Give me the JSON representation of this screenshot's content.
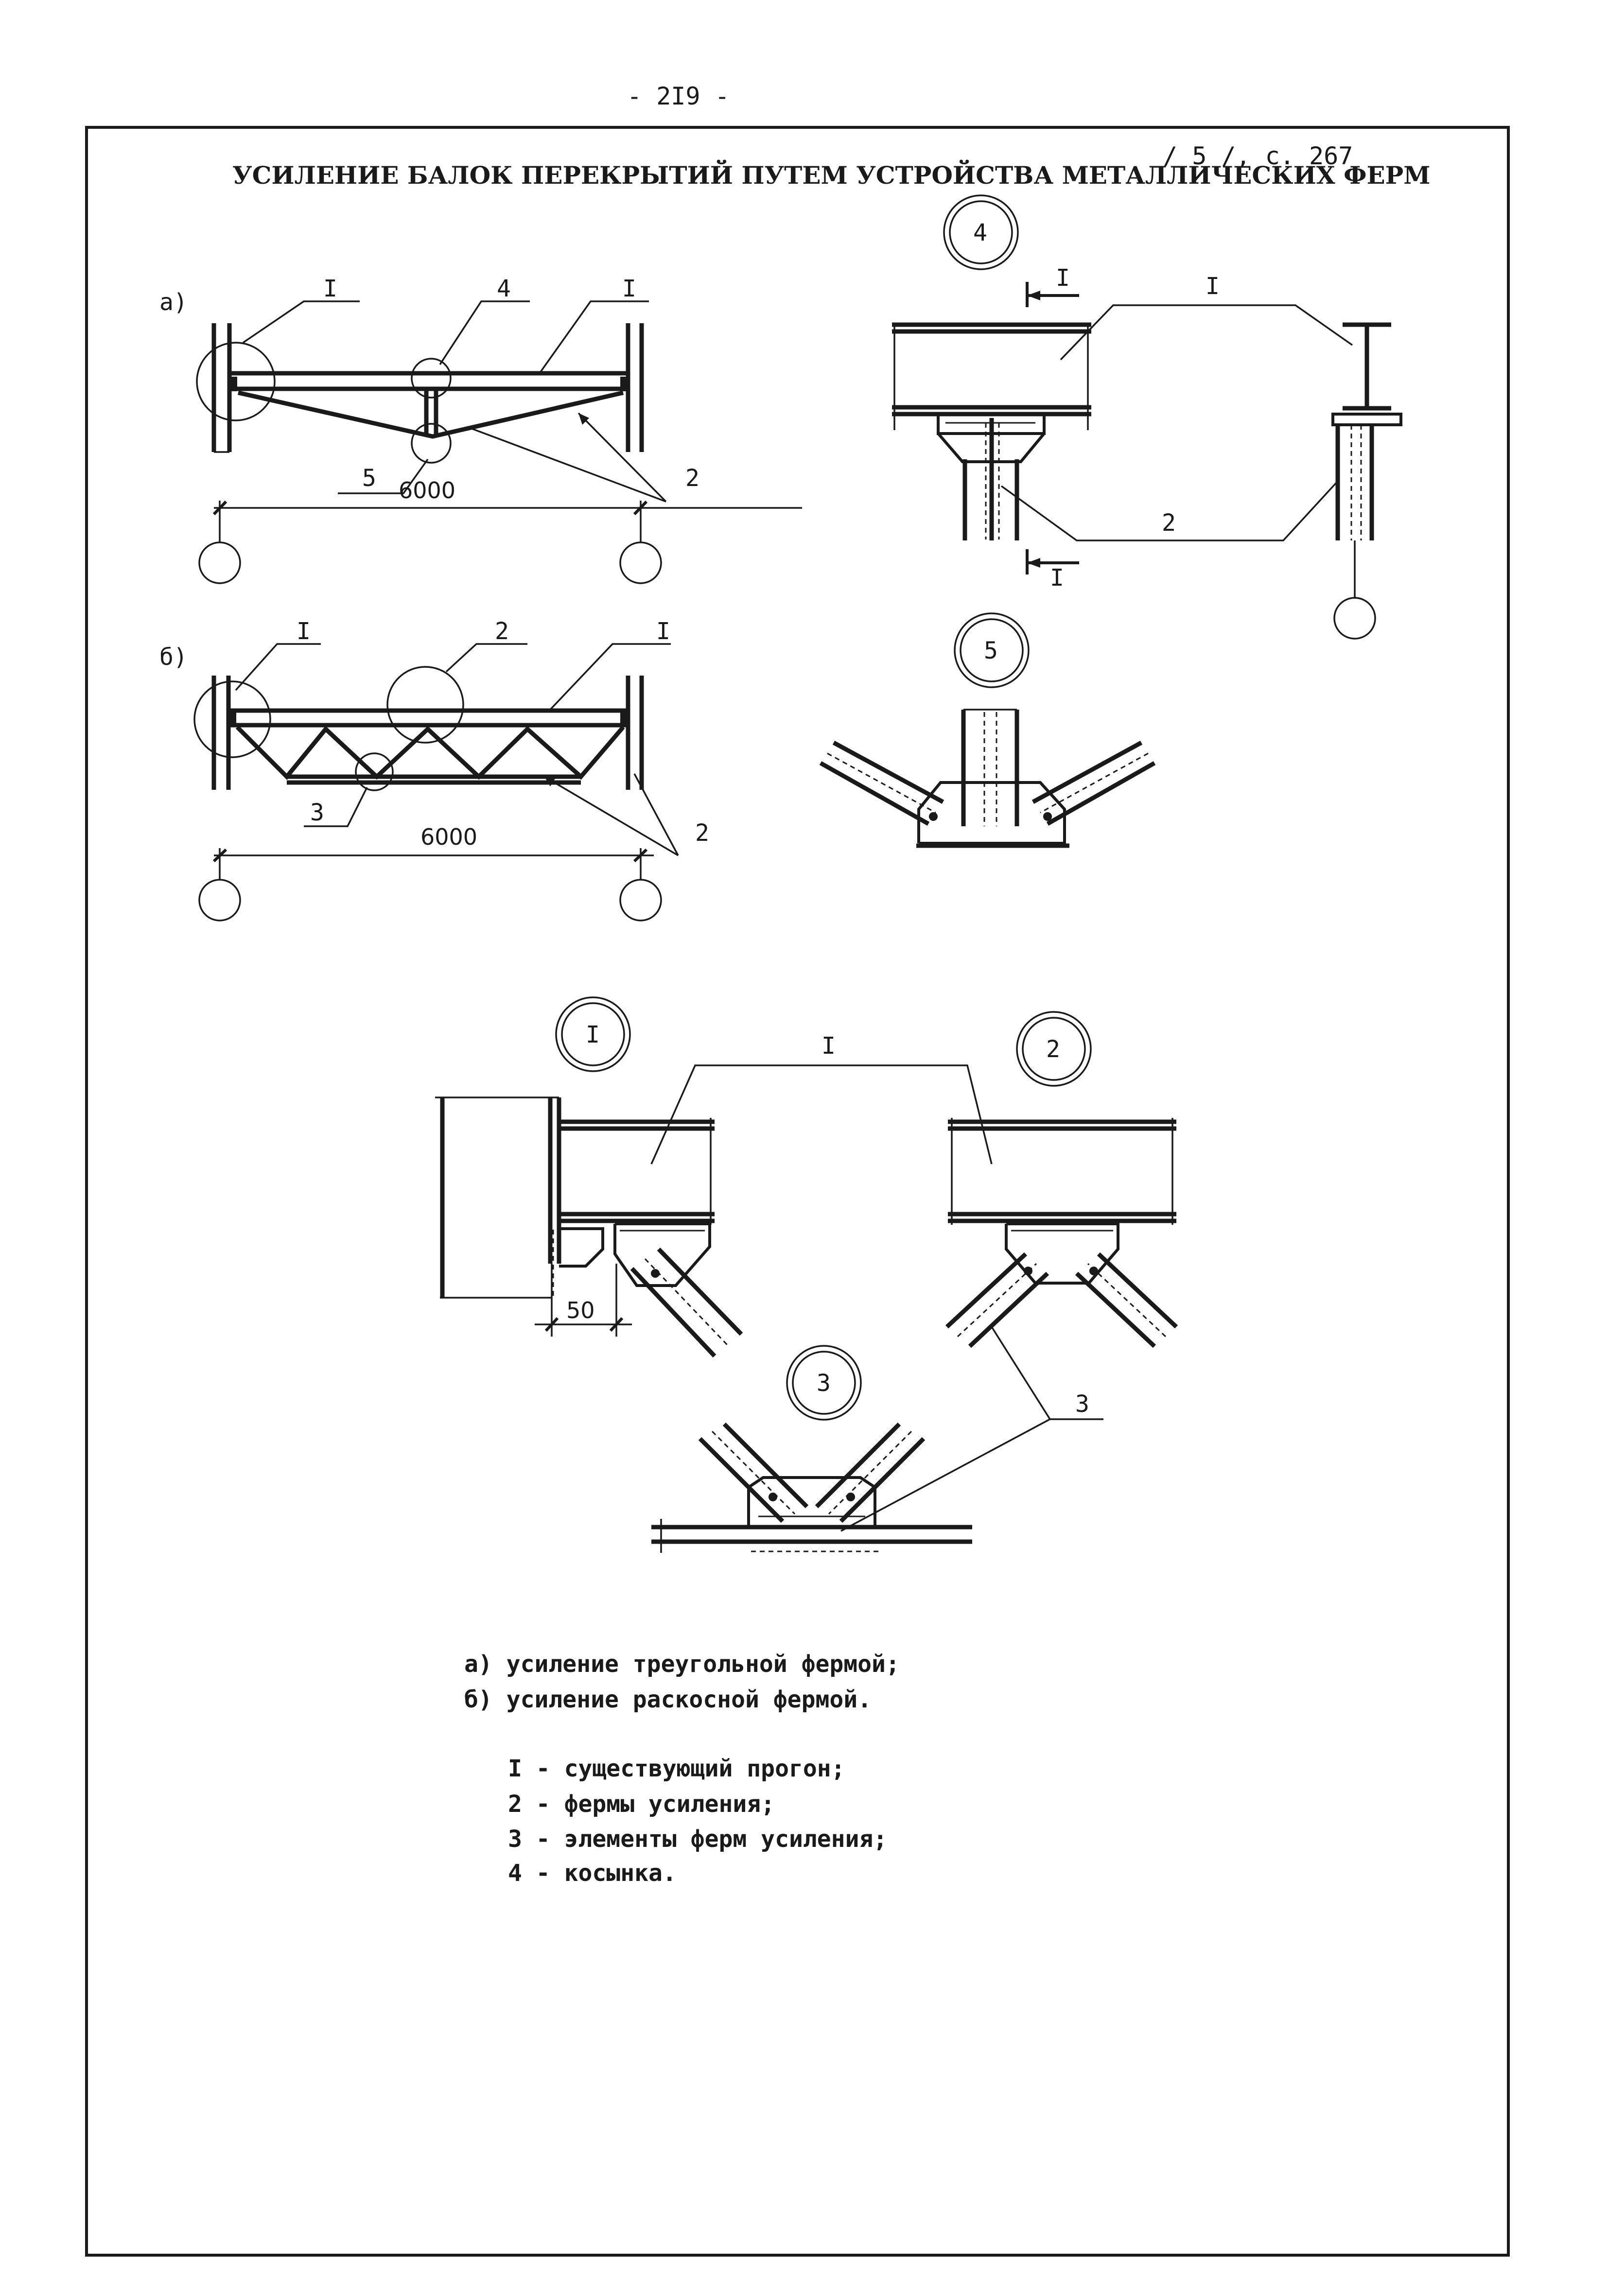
{
  "page_number": "- 2I9 -",
  "title": "УСИЛЕНИЕ БАЛОК ПЕРЕКРЫТИЙ ПУТЕМ УСТРОЙСТВА МЕТАЛЛИЧЕСКИХ ФЕРМ",
  "reference": "/ 5 /, с. 267",
  "diagram_a": {
    "tag": "а)",
    "callouts": [
      "I",
      "4",
      "I",
      "5",
      "2"
    ],
    "span": "6000"
  },
  "diagram_b": {
    "tag": "б)",
    "callouts": [
      "I",
      "2",
      "I",
      "3",
      "2"
    ],
    "span": "6000"
  },
  "detail_4": {
    "number": "4",
    "section_mark": "I",
    "callouts": [
      "I",
      "2"
    ]
  },
  "detail_5": {
    "number": "5"
  },
  "detail_1": {
    "number": "I",
    "callout": "I",
    "dimension": "50"
  },
  "detail_2": {
    "number": "2"
  },
  "detail_3": {
    "number": "3",
    "callout": "3"
  },
  "captions": [
    "а) усиление треугольной фермой;",
    "б) усиление раскосной фермой."
  ],
  "legend": [
    "I - существующий прогон;",
    "2 - фермы усиления;",
    "3 - элементы ферм усиления;",
    "4 - косынка."
  ]
}
